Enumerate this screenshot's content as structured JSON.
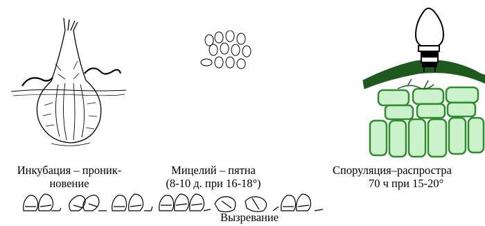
{
  "captions": {
    "incubation": {
      "line1": "Инкубация – проник-",
      "line2": "новение"
    },
    "mycelium": {
      "line1": "Мицелий – пятна",
      "line2": "(8-10 д. при 16-18°)"
    },
    "sporulation": {
      "line1": "Споруляция–распростра",
      "line2": "70 ч при 15-20°"
    },
    "maturation": "Вызревание"
  },
  "colors": {
    "leaf_dark": "#1e5a1e",
    "cell_fill": "#ccf2cc",
    "cell_stroke": "#2e8b2e",
    "ink": "#000000"
  }
}
